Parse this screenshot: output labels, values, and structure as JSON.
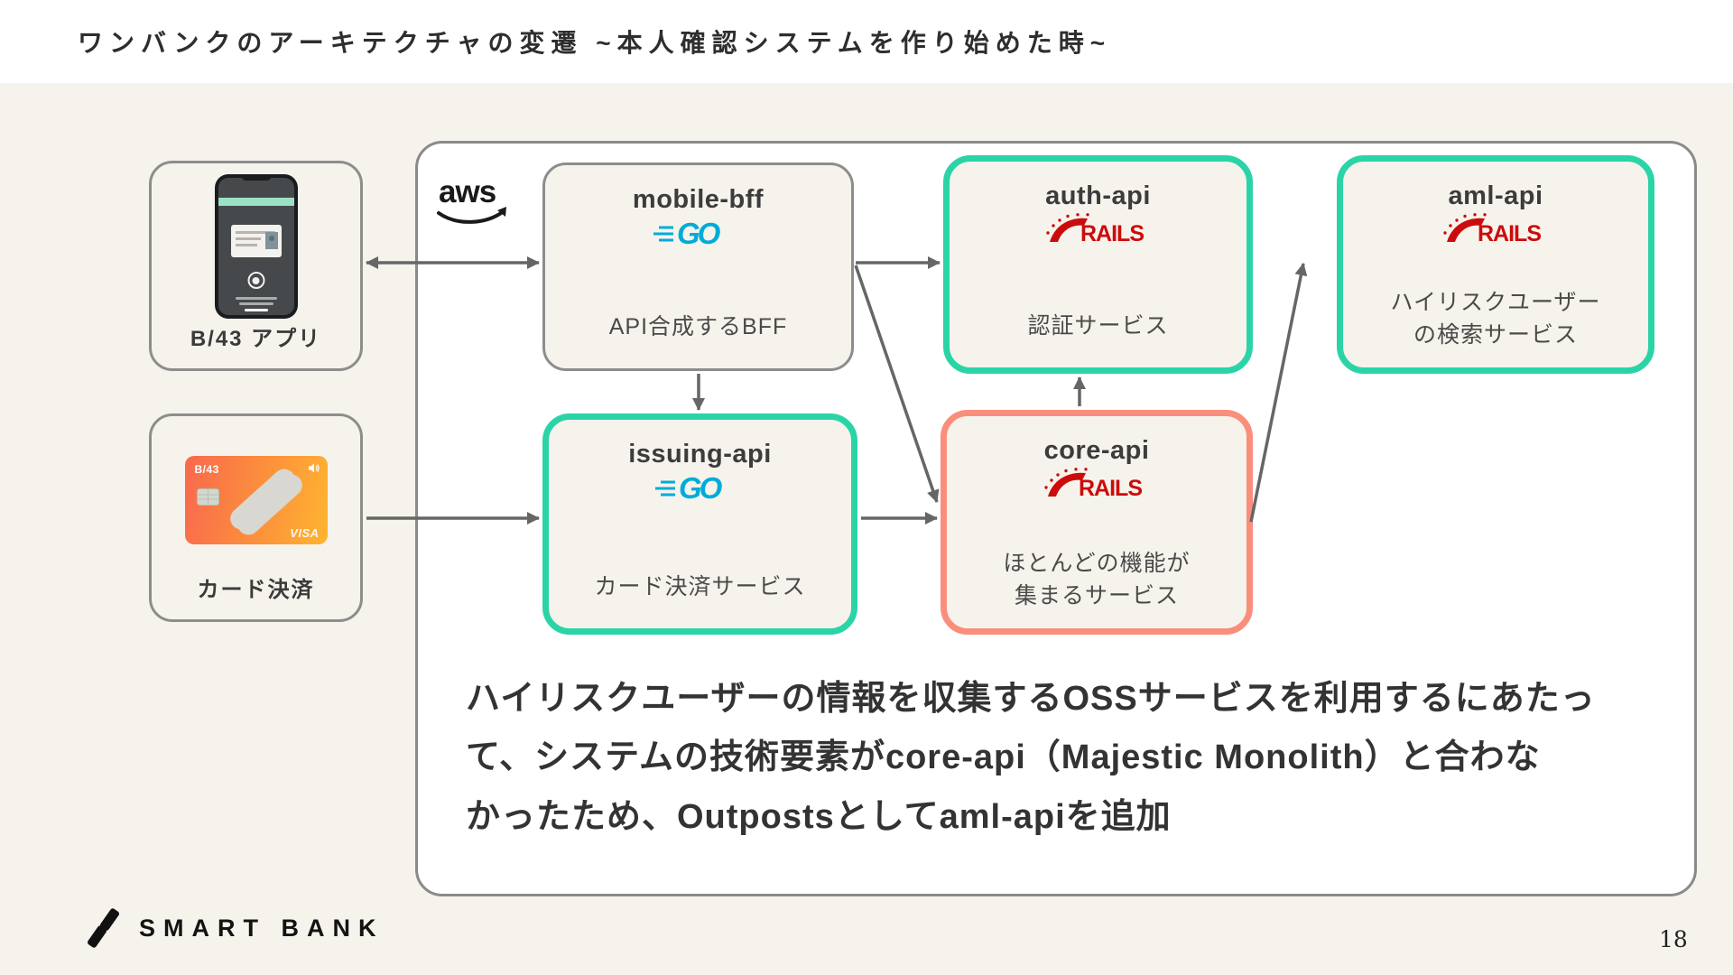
{
  "slide": {
    "title": "ワンバンクのアーキテクチャの変遷 ~本人確認システムを作り始めた時~",
    "page_number": "18",
    "brand": "SMART BANK"
  },
  "aws": {
    "label": "aws"
  },
  "clients": {
    "app": {
      "label": "B/43 アプリ"
    },
    "card": {
      "label": "カード決済",
      "brand": "B/43",
      "network": "VISA"
    }
  },
  "tech": {
    "go": "GO",
    "rails": "RAILS"
  },
  "services": {
    "mobile_bff": {
      "name": "mobile-bff",
      "desc": "API合成するBFF"
    },
    "issuing_api": {
      "name": "issuing-api",
      "desc": "カード決済サービス"
    },
    "auth_api": {
      "name": "auth-api",
      "desc": "認証サービス"
    },
    "core_api": {
      "name": "core-api",
      "desc": [
        "ほとんどの機能が",
        "集まるサービス"
      ]
    },
    "aml_api": {
      "name": "aml-api",
      "desc": [
        "ハイリスクユーザー",
        "の検索サービス"
      ]
    }
  },
  "note": [
    "ハイリスクユーザーの情報を収集するOSSサービスを利用するにあたっ",
    "て、システムの技術要素がcore-api（Majestic Monolith）と合わな",
    "かったため、Outpostsとしてaml-apiを追加"
  ],
  "colors": {
    "teal": "#2BD4A7",
    "salmon": "#FA8E7C",
    "arrow": "#666666",
    "go_blue": "#00ACD7",
    "rails_red": "#CC0C0C"
  }
}
